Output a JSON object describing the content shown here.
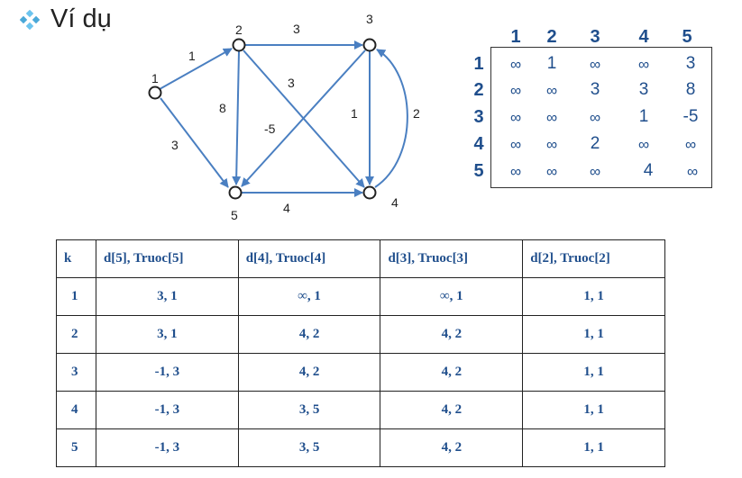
{
  "title": {
    "text": "Ví dụ"
  },
  "graph": {
    "nodes": [
      "1",
      "2",
      "3",
      "4",
      "5"
    ],
    "edges": [
      {
        "from": "1",
        "to": "2",
        "weight": "1"
      },
      {
        "from": "1",
        "to": "5",
        "weight": "3"
      },
      {
        "from": "2",
        "to": "3",
        "weight": "3"
      },
      {
        "from": "2",
        "to": "4",
        "weight": "3"
      },
      {
        "from": "2",
        "to": "5",
        "weight": "8"
      },
      {
        "from": "3",
        "to": "5",
        "weight": "-5"
      },
      {
        "from": "3",
        "to": "4",
        "weight": "1"
      },
      {
        "from": "4",
        "to": "3",
        "weight": "2"
      },
      {
        "from": "5",
        "to": "4",
        "weight": "4"
      }
    ]
  },
  "matrix": {
    "col_headers": [
      "1",
      "2",
      "3",
      "4",
      "5"
    ],
    "row_headers": [
      "1",
      "2",
      "3",
      "4",
      "5"
    ],
    "rows": [
      [
        "∞",
        "1",
        "∞",
        "∞",
        "3"
      ],
      [
        "∞",
        "∞",
        "3",
        "3",
        "8"
      ],
      [
        "∞",
        "∞",
        "∞",
        "1",
        "-5"
      ],
      [
        "∞",
        "∞",
        "2",
        "∞",
        "∞"
      ],
      [
        "∞",
        "∞",
        "∞",
        "4",
        "∞"
      ]
    ]
  },
  "table": {
    "headers": [
      "k",
      "d[5], Truoc[5]",
      "d[4], Truoc[4]",
      "d[3], Truoc[3]",
      "d[2], Truoc[2]"
    ],
    "rows": [
      [
        "1",
        "3, 1",
        "∞, 1",
        "∞, 1",
        "1, 1"
      ],
      [
        "2",
        "3, 1",
        "4, 2",
        "4, 2",
        "1, 1"
      ],
      [
        "3",
        "-1, 3",
        "4, 2",
        "4, 2",
        "1, 1"
      ],
      [
        "4",
        "-1, 3",
        "3, 5",
        "4, 2",
        "1, 1"
      ],
      [
        "5",
        "-1, 3",
        "3, 5",
        "4, 2",
        "1, 1"
      ]
    ]
  },
  "colors": {
    "edge": "#4a7fc1",
    "text_accent": "#1f4e8c",
    "bullet": "#5bb8e8"
  }
}
